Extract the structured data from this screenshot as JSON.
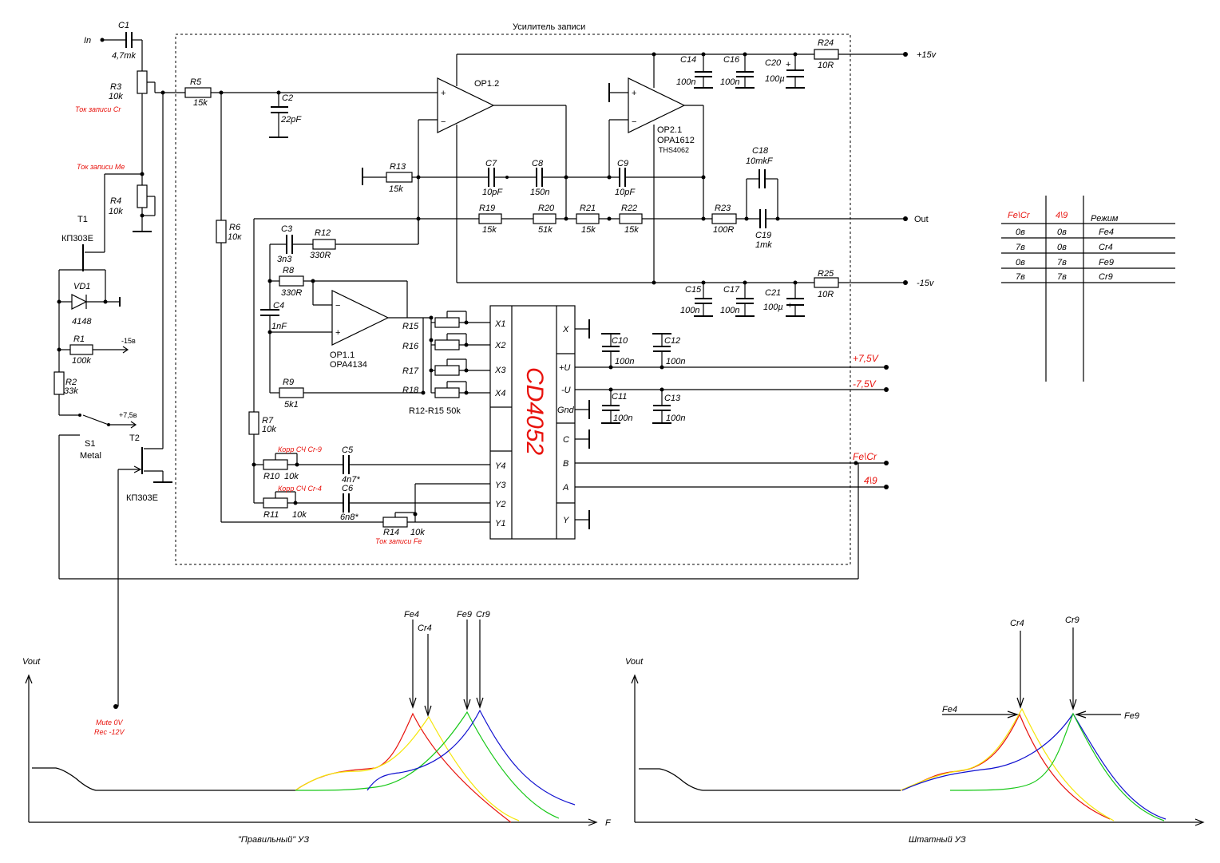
{
  "title": "Усилитель записи",
  "chip": "CD4052",
  "rails": {
    "plus15": "+15v",
    "minus15": "-15v",
    "out": "Out",
    "input": "In",
    "plus75": "+7,5V",
    "minus75": "-7,5V",
    "fecr": "Fe\\Cr",
    "n49": "4\\9",
    "mute": "Mute 0V",
    "rec": "Rec -12V",
    "plus75b": "+7,5в",
    "minus15b": "-15в"
  },
  "opamps": {
    "op12": "OP1.2",
    "op21a": "OP2.1",
    "op21b": "OPA1612",
    "op21c": "THS4062",
    "op11a": "OP1.1",
    "op11b": "OPA4134"
  },
  "transistors": {
    "t1": "T1",
    "t1t": "КП303Е",
    "t2": "T2",
    "t2t": "КП303Е",
    "s1": "S1",
    "s1t": "Metal",
    "vd1": "VD1",
    "vd1t": "4148"
  },
  "components": {
    "C1": "C1",
    "C1v": "4,7mk",
    "R3": "R3",
    "R3v": "10k",
    "R3n": "Ток записи Cr",
    "R4n": "Ток записи Me",
    "R4": "R4",
    "R4v": "10k",
    "R5": "R5",
    "R5v": "15k",
    "C2": "C2",
    "C2v": "22pF",
    "R6": "R6",
    "R6v": "10к",
    "R1": "R1",
    "R1v": "100k",
    "R2": "R2",
    "R2v": "33k",
    "R13": "R13",
    "R13v": "15k",
    "C7": "C7",
    "C7v": "10pF",
    "C8": "C8",
    "C8v": "150n",
    "C9": "C9",
    "C9v": "10pF",
    "R19": "R19",
    "R19v": "15k",
    "R20": "R20",
    "R20v": "51k",
    "R21": "R21",
    "R21v": "15k",
    "R22": "R22",
    "R22v": "15k",
    "R23": "R23",
    "R23v": "100R",
    "C18": "C18",
    "C18v": "10mkF",
    "C19": "C19",
    "C19v": "1mk",
    "C3": "C3",
    "C3v": "3n3",
    "R12": "R12",
    "R12v": "330R",
    "R8": "R8",
    "R8v": "330R",
    "C4": "C4",
    "C4v": "1nF",
    "R9": "R9",
    "R9v": "5k1",
    "R15": "R15",
    "R16": "R16",
    "R17": "R17",
    "R18": "R18",
    "R1215": "R12-R15 50k",
    "C14": "C14",
    "C14v": "100n",
    "C16": "C16",
    "C16v": "100n",
    "C20": "C20",
    "C20v": "100µ",
    "R24": "R24",
    "R24v": "10R",
    "C15": "C15",
    "C15v": "100n",
    "C17": "C17",
    "C17v": "100n",
    "C21": "C21",
    "C21v": "100µ",
    "R25": "R25",
    "R25v": "10R",
    "C10": "C10",
    "C10v": "100n",
    "C12": "C12",
    "C12v": "100n",
    "C11": "C11",
    "C11v": "100n",
    "C13": "C13",
    "C13v": "100n",
    "R7": "R7",
    "R7v": "10k",
    "R10": "R10",
    "R10v": "10k",
    "R10n": "Корр СЧ Cr-9",
    "C5": "C5",
    "C5v": "4n7*",
    "R11": "R11",
    "R11v": "10k",
    "R11n": "Корр СЧ Cr-4",
    "C6": "C6",
    "C6v": "6n8*",
    "R14": "R14",
    "R14v": "10k",
    "R14n": "Ток записи Fe"
  },
  "pins": {
    "left": [
      "X1",
      "X2",
      "X3",
      "X4",
      "Y4",
      "Y3",
      "Y2",
      "Y1"
    ],
    "right": [
      "X",
      "+U",
      "-U",
      "Gnd",
      "C",
      "B",
      "A",
      "Y"
    ]
  },
  "mode_table": {
    "headers": [
      "Fe\\Cr",
      "4\\9",
      "Режим"
    ],
    "rows": [
      [
        "0в",
        "0в",
        "Fe4"
      ],
      [
        "7в",
        "0в",
        "Cr4"
      ],
      [
        "0в",
        "7в",
        "Fe9"
      ],
      [
        "7в",
        "7в",
        "Cr9"
      ]
    ],
    "header_color": "#e8120c"
  },
  "graphs": {
    "left": {
      "ylabel": "Vout",
      "xlabel": "F",
      "caption": "\"Правильный\" УЗ",
      "peaks": [
        "Fe4",
        "Cr4",
        "Fe9",
        "Cr9"
      ]
    },
    "right": {
      "ylabel": "Vout",
      "caption": "Штатный УЗ",
      "peaks": [
        "Cr4",
        "Cr9",
        "Fe4",
        "Fe9"
      ]
    },
    "colors": {
      "Fe4": "#e8120c",
      "Cr4": "#f5e60a",
      "Fe9": "#18c818",
      "Cr9": "#1010d0"
    }
  }
}
